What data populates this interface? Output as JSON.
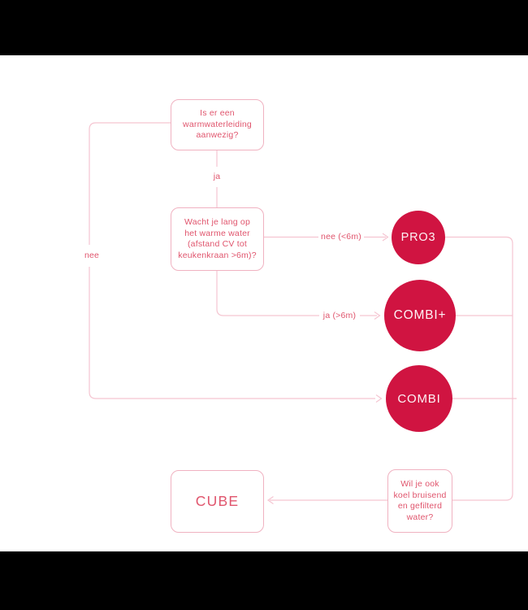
{
  "diagram": {
    "questions": {
      "q1": {
        "text": "Is er een\nwarmwaterleiding\naanwezig?"
      },
      "q2": {
        "text": "Wacht je lang op\nhet warme water\n(afstand CV tot\nkeukenkraan >6m)?"
      },
      "q3": {
        "text": "Wil je ook\nkoel bruisend\nen gefilterd\nwater?"
      }
    },
    "products": {
      "pro3": {
        "label": "PRO3"
      },
      "combi_plus": {
        "label": "COMBI+"
      },
      "combi": {
        "label": "COMBI"
      },
      "cube": {
        "label": "CUBE"
      }
    },
    "edge_labels": {
      "ja": "ja",
      "nee": "nee",
      "nee_short_distance": "nee (<6m)",
      "ja_long_distance": "ja (>6m)"
    },
    "colors": {
      "circle_fill": "#d01441",
      "circle_text": "#fdf2f5",
      "text_red": "#e0556d",
      "line_pink": "#f5c5d1",
      "border_pink": "#f0b2c1",
      "background": "#ffffff",
      "letterbox": "#000000"
    }
  }
}
